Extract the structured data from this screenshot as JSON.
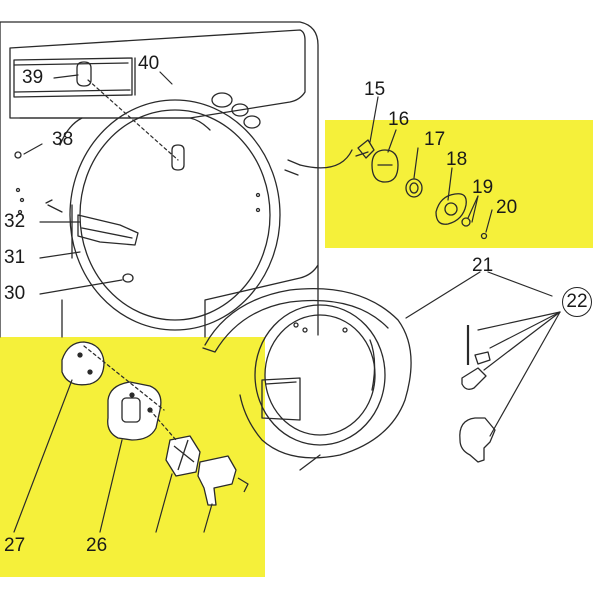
{
  "diagram": {
    "highlight_color": "#f5f03a",
    "line_color": "#2a2a2a",
    "callouts": {
      "c15": "15",
      "c16": "16",
      "c17": "17",
      "c18": "18",
      "c19": "19",
      "c20": "20",
      "c21": "21",
      "c22": "22",
      "c26": "26",
      "c27": "27",
      "c30": "30",
      "c31": "31",
      "c32": "32",
      "c38": "38",
      "c39": "39",
      "c40": "40"
    }
  }
}
